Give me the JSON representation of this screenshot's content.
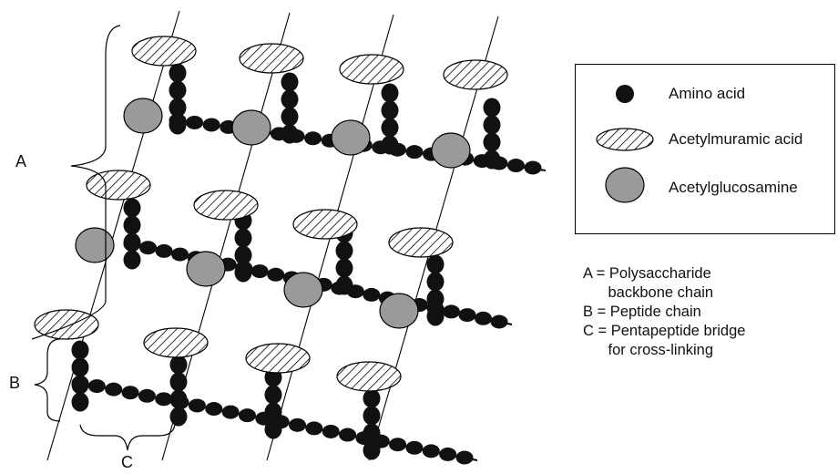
{
  "legend": {
    "amino_acid": "Amino acid",
    "acetylmuramic_acid": "Acetylmuramic acid",
    "acetylglucosamine": "Acetylglucosamine"
  },
  "key": {
    "a_line1": "A = Polysaccharide",
    "a_line2": "      backbone chain",
    "b_line": "B = Peptide chain",
    "c_line1": "C = Pentapeptide bridge",
    "c_line2": "      for cross-linking"
  },
  "labels": {
    "a": "A",
    "b": "B",
    "c": "C"
  },
  "colors": {
    "amino_acid": "#111111",
    "acetylglucosamine": "#9a9a9a",
    "outline": "#000000",
    "hatch": "#000000"
  },
  "icons": [
    "amino-acid-icon",
    "acetylmuramic-acid-icon",
    "acetylglucosamine-icon"
  ]
}
